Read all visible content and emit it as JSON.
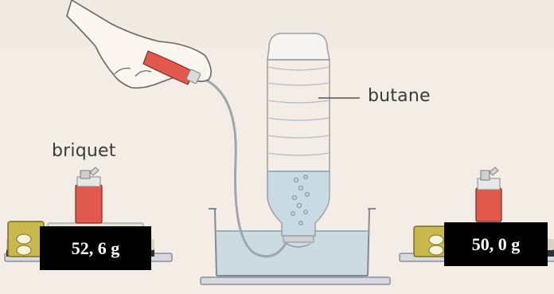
{
  "labels": {
    "lighter": "briquet",
    "gas": "butane"
  },
  "measurements": {
    "before": "52, 6 g",
    "after": "50, 0 g"
  }
}
